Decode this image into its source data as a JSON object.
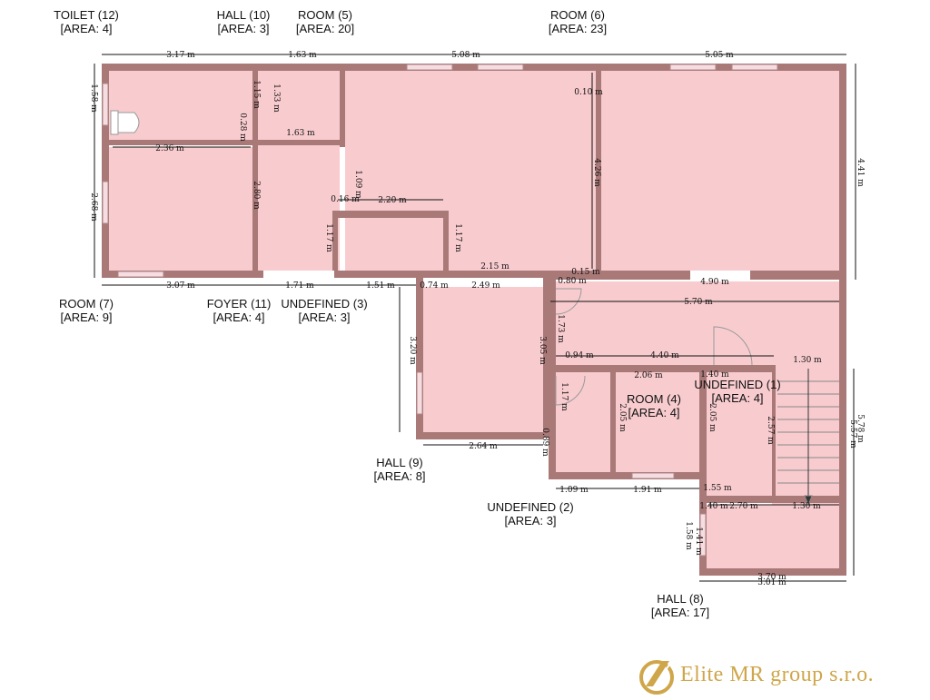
{
  "rooms": [
    {
      "name": "TOILET (12)",
      "area": "[AREA: 4]"
    },
    {
      "name": "HALL (10)",
      "area": "[AREA: 3]"
    },
    {
      "name": "ROOM (5)",
      "area": "[AREA: 20]"
    },
    {
      "name": "ROOM (6)",
      "area": "[AREA: 23]"
    },
    {
      "name": "ROOM (7)",
      "area": "[AREA: 9]"
    },
    {
      "name": "FOYER (11)",
      "area": "[AREA: 4]"
    },
    {
      "name": "UNDEFINED (3)",
      "area": "[AREA: 3]"
    },
    {
      "name": "ROOM (4)",
      "area": "[AREA: 4]"
    },
    {
      "name": "UNDEFINED (1)",
      "area": "[AREA: 4]"
    },
    {
      "name": "HALL (9)",
      "area": "[AREA: 8]"
    },
    {
      "name": "UNDEFINED (2)",
      "area": "[AREA: 3]"
    },
    {
      "name": "HALL (8)",
      "area": "[AREA: 17]"
    }
  ],
  "dimensions": {
    "top": [
      "3.17 m",
      "1.63 m",
      "5.08 m",
      "5.05 m"
    ],
    "left": [
      "1.58 m",
      "2.68 m"
    ],
    "right": [
      "4.41 m",
      "5.78 m",
      "5.57 m"
    ],
    "row_below_plan": [
      "3.07 m",
      "1.71 m",
      "1.51 m",
      "0.74 m"
    ],
    "interior": [
      "2.36 m",
      "1.63 m",
      "1.33 m",
      "1.15 m",
      "2.80 m",
      "1.09 m",
      "2.20 m",
      "1.17 m",
      "1.17 m",
      "2.15 m",
      "4.26 m",
      "4.90 m",
      "5.70 m",
      "2.49 m",
      "3.20 m",
      "3.05 m",
      "1.73 m",
      "0.94 m",
      "4.40 m",
      "1.30 m",
      "2.06 m",
      "1.40 m",
      "2.05 m",
      "2.05 m",
      "2.57 m",
      "1.17 m",
      "2.64 m",
      "0.89 m",
      "1.09 m",
      "1.91 m",
      "1.55 m",
      "1.40 m",
      "2.70 m",
      "1.30 m",
      "1.58 m",
      "1.41 m",
      "3.70 m",
      "3.01 m",
      "0.10 m",
      "0.15 m",
      "0.80 m",
      "0.16 m",
      "0.28 m"
    ]
  },
  "colors": {
    "floor": "#f8cccf",
    "wall": "#a97978",
    "window": "#f2b6c1",
    "logo": "#cfa64a"
  },
  "logo": {
    "text": "Elite MR group s.r.o.",
    "icon": "elite-mr-emblem-icon"
  }
}
